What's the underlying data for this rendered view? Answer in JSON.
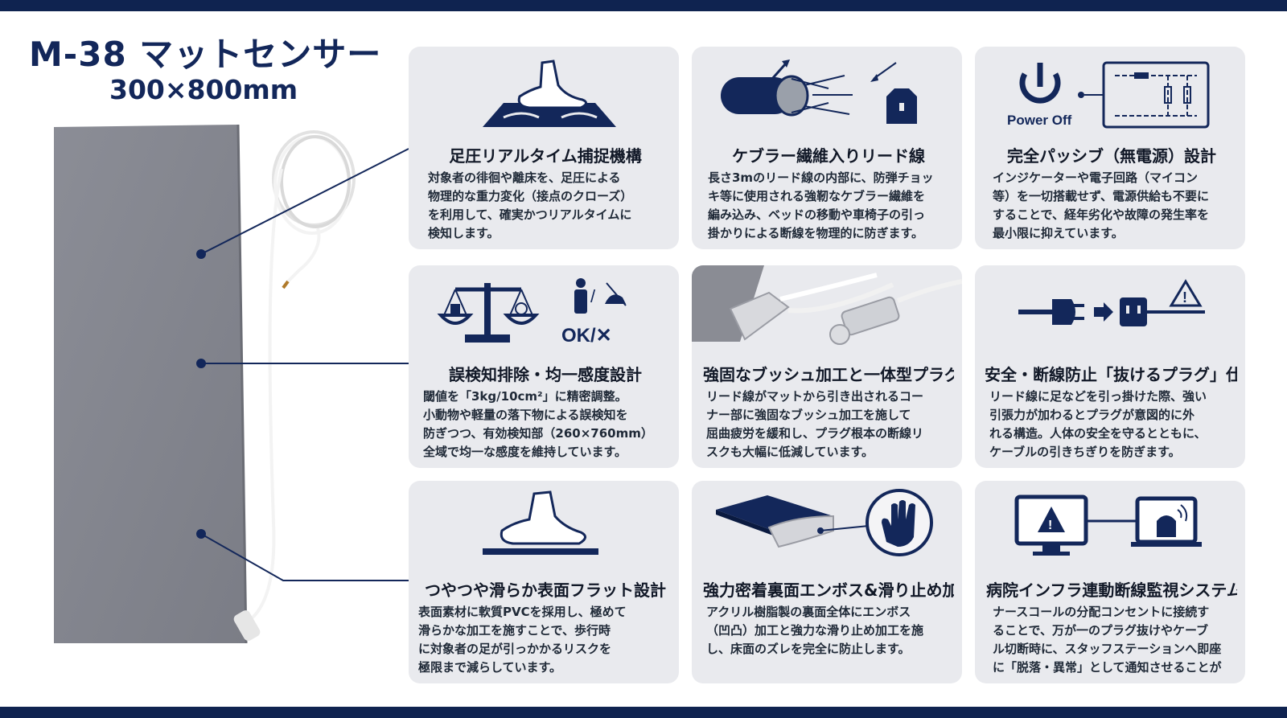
{
  "header": {
    "title": "M-38 マットセンサー",
    "subtitle": "300×800mm"
  },
  "colors": {
    "navy": "#13275a",
    "card_bg": "#e9eaee",
    "mat_gray": "#858790"
  },
  "cards": [
    {
      "title": "足圧リアルタイム捕捉機構",
      "icon": "foot-on-pressure-pad-icon",
      "lines": [
        "対象者の徘徊や離床を、足圧による",
        "物理的な重力変化（接点のクローズ）",
        "を利用して、確実かつリアルタイムに",
        "検知します。"
      ]
    },
    {
      "title": "ケブラー繊維入りリード線",
      "icon": "kevlar-cable-icon",
      "lines": [
        "長さ3mのリード線の内部に、防弾チョッ",
        "キ等に使用される強靭なケブラー繊維を",
        "編み込み、ベッドの移動や車椅子の引っ",
        "掛かりによる断線を物理的に防ぎます。"
      ]
    },
    {
      "title": "完全パッシブ（無電源）設計",
      "icon": "power-off-circuit-icon",
      "icon_label": "Power Off",
      "lines": [
        "インジケーターや電子回路（マイコン",
        "等）を一切搭載せず、電源供給も不要に",
        "することで、経年劣化や故障の発生率を",
        "最小限に抑えています。"
      ]
    },
    {
      "title": "誤検知排除・均一感度設計",
      "icon": "balance-scale-icon",
      "icon_label": "OK/✕",
      "lines": [
        "閾値を「3kg/10cm²」に精密調整。",
        "小動物や軽量の落下物による誤検知を",
        "防ぎつつ、有効検知部（260×760mm）",
        "全域で均一な感度を維持しています。"
      ]
    },
    {
      "title": "強固なブッシュ加工と一体型プラグ",
      "icon": "bushing-plug-photo-icon",
      "lines": [
        "リード線がマットから引き出されるコー",
        "ナー部に強固なブッシュ加工を施して",
        "屈曲疲労を緩和し、プラグ根本の断線リ",
        "スクも大幅に低減しています。"
      ]
    },
    {
      "title": "安全・断線防止「抜けるプラグ」仕様",
      "icon": "breakaway-plug-icon",
      "lines": [
        "リード線に足などを引っ掛けた際、強い",
        "引張力が加わるとプラグが意図的に外",
        "れる構造。人体の安全を守るとともに、",
        "ケーブルの引きちぎりを防ぎます。"
      ]
    },
    {
      "title": "つやつや滑らか表面フラット設計",
      "icon": "foot-on-flat-surface-icon",
      "lines": [
        "表面素材に軟質PVCを採用し、極めて",
        "滑らかな加工を施すことで、歩行時",
        "に対象者の足が引っかかるリスクを",
        "極限まで減らしています。"
      ]
    },
    {
      "title": "強力密着裏面エンボス&滑り止め加工",
      "icon": "embossed-backing-icon",
      "lines": [
        "アクリル樹脂製の裏面全体にエンボス",
        "（凹凸）加工と強力な滑り止め加工を施",
        "し、床面のズレを完全に防止します。"
      ]
    },
    {
      "title": "病院インフラ連動断線監視システム",
      "icon": "nurse-call-monitor-icon",
      "lines": [
        "ナースコールの分配コンセントに接続す",
        "ることで、万が一のプラグ抜けやケーブ",
        "ル切断時に、スタッフステーションへ即座",
        "に「脱落・異常」として通知させることが"
      ]
    }
  ]
}
